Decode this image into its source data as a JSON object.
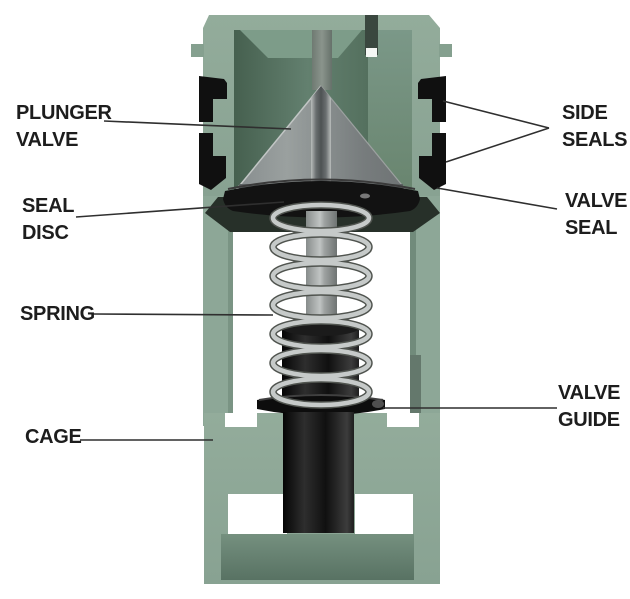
{
  "diagram": {
    "type": "labeled-technical-diagram",
    "subject": "plunger valve cross-section",
    "labels": [
      {
        "id": "plunger-valve",
        "lines": [
          "PLUNGER",
          "VALVE"
        ]
      },
      {
        "id": "seal-disc",
        "lines": [
          "SEAL",
          "DISC"
        ]
      },
      {
        "id": "spring",
        "lines": [
          "SPRING"
        ]
      },
      {
        "id": "cage",
        "lines": [
          "CAGE"
        ]
      },
      {
        "id": "side-seals",
        "lines": [
          "SIDE",
          "SEALS"
        ]
      },
      {
        "id": "valve-seal",
        "lines": [
          "VALVE",
          "SEAL"
        ]
      },
      {
        "id": "valve-guide",
        "lines": [
          "VALVE",
          "GUIDE"
        ]
      }
    ],
    "colors": {
      "background": "#ffffff",
      "body_green": "#8da797",
      "bore_green_dark": "#54705e",
      "inner_base_green": "#5d7a68",
      "seal_black": "#111111",
      "cone_gray": "#8a9090",
      "stem_silver": "#b9bdbc",
      "spring_silver": "#c6cac9",
      "seat_dark": "#273029",
      "label_text": "#1d1d1d",
      "leader_line": "#2f2f2f"
    }
  }
}
